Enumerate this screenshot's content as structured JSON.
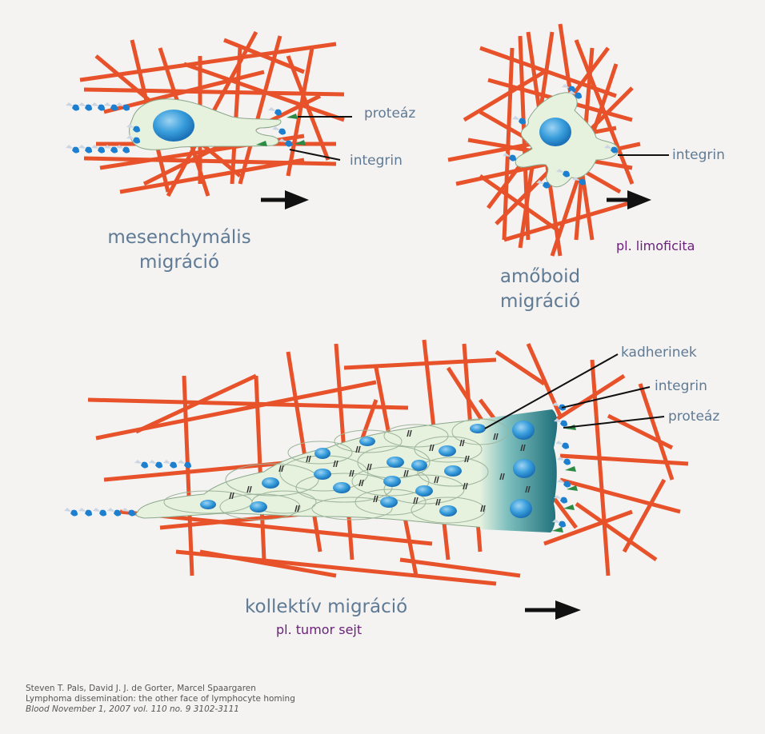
{
  "panels": {
    "mesenchymal": {
      "title_line1": "mesenchymális",
      "title_line2": "migráció",
      "label_protease": "proteáz",
      "label_integrin": "integrin"
    },
    "amoeboid": {
      "title_line1": "amőboid",
      "title_line2": "migráció",
      "label_integrin": "integrin",
      "example": "pl.  limoficita"
    },
    "collective": {
      "title": "kollektív  migráció",
      "example": "pl. tumor sejt",
      "label_cadherins": "kadherinek",
      "label_integrin": "integrin",
      "label_protease": "proteáz"
    }
  },
  "citation": {
    "authors": "Steven T. Pals, David J. J. de Gorter, Marcel Spaargaren",
    "title": "Lymphoma dissemination: the other face of lymphocyte homing",
    "journal": "Blood November 1, 2007 vol. 110 no. 9 3102-3111"
  },
  "colors": {
    "fiber": "#e8522a",
    "cell_fill": "#e6f1de",
    "nucleus": "#2d95d4",
    "integrin_blue": "#1d7fcf",
    "protease_green": "#2c8a45",
    "leading_cell": "#2f8c93",
    "arrow": "#111111"
  }
}
